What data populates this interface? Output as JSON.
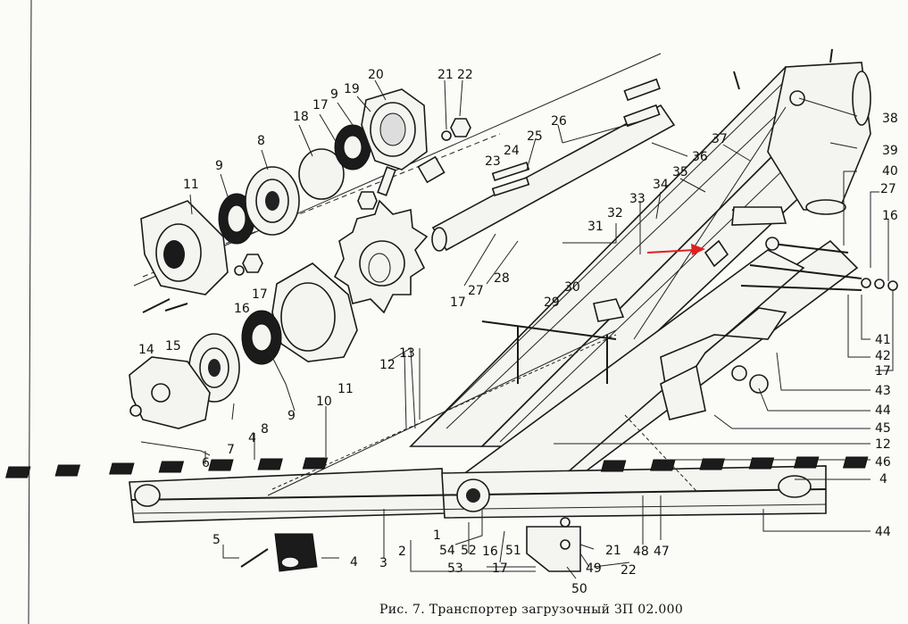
{
  "caption": "Рис. 7. Транспортер загрузочный ЗП 02.000",
  "callouts": [
    "1",
    "2",
    "3",
    "4",
    "5",
    "6",
    "7",
    "8",
    "9",
    "10",
    "11",
    "12",
    "13",
    "14",
    "15",
    "16",
    "17",
    "18",
    "19",
    "20",
    "21",
    "22",
    "23",
    "24",
    "25",
    "26",
    "27",
    "28",
    "29",
    "30",
    "31",
    "32",
    "33",
    "34",
    "35",
    "36",
    "37",
    "38",
    "39",
    "40",
    "41",
    "42",
    "43",
    "44",
    "45",
    "46",
    "47",
    "48",
    "49",
    "50",
    "51",
    "52",
    "53",
    "54"
  ],
  "marker_color": "#e02020"
}
